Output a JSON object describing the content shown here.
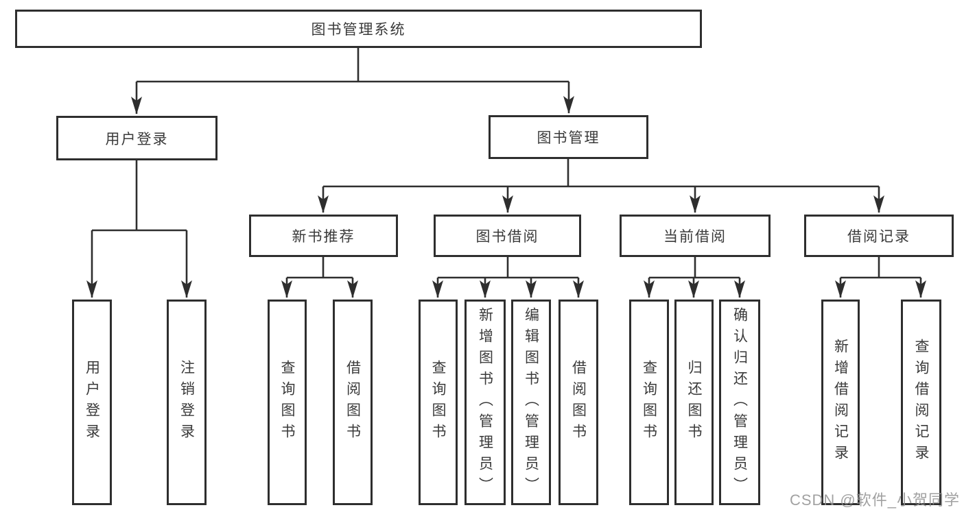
{
  "watermark": {
    "text": "CSDN @软件_小贺同学"
  },
  "colors": {
    "line": "#2e2e2e",
    "box_border": "#2e2e2e",
    "box_background": "#ffffff",
    "text": "#3a3a3a",
    "watermark": "#919191"
  },
  "tree": {
    "root": {
      "label": "图书管理系统"
    },
    "branches": [
      {
        "label": "用户登录",
        "children": [
          {
            "label": "用户登录"
          },
          {
            "label": "注销登录"
          }
        ]
      },
      {
        "label": "图书管理",
        "children": [
          {
            "label": "新书推荐",
            "children": [
              {
                "label": "查询图书"
              },
              {
                "label": "借阅图书"
              }
            ]
          },
          {
            "label": "图书借阅",
            "children": [
              {
                "label": "查询图书"
              },
              {
                "label": "新增图书（管理员）"
              },
              {
                "label": "编辑图书（管理员）"
              },
              {
                "label": "借阅图书"
              }
            ]
          },
          {
            "label": "当前借阅",
            "children": [
              {
                "label": "查询图书"
              },
              {
                "label": "归还图书"
              },
              {
                "label": "确认归还（管理员）"
              }
            ]
          },
          {
            "label": "借阅记录",
            "children": [
              {
                "label": "新增借阅记录"
              },
              {
                "label": "查询借阅记录"
              }
            ]
          }
        ]
      }
    ]
  }
}
